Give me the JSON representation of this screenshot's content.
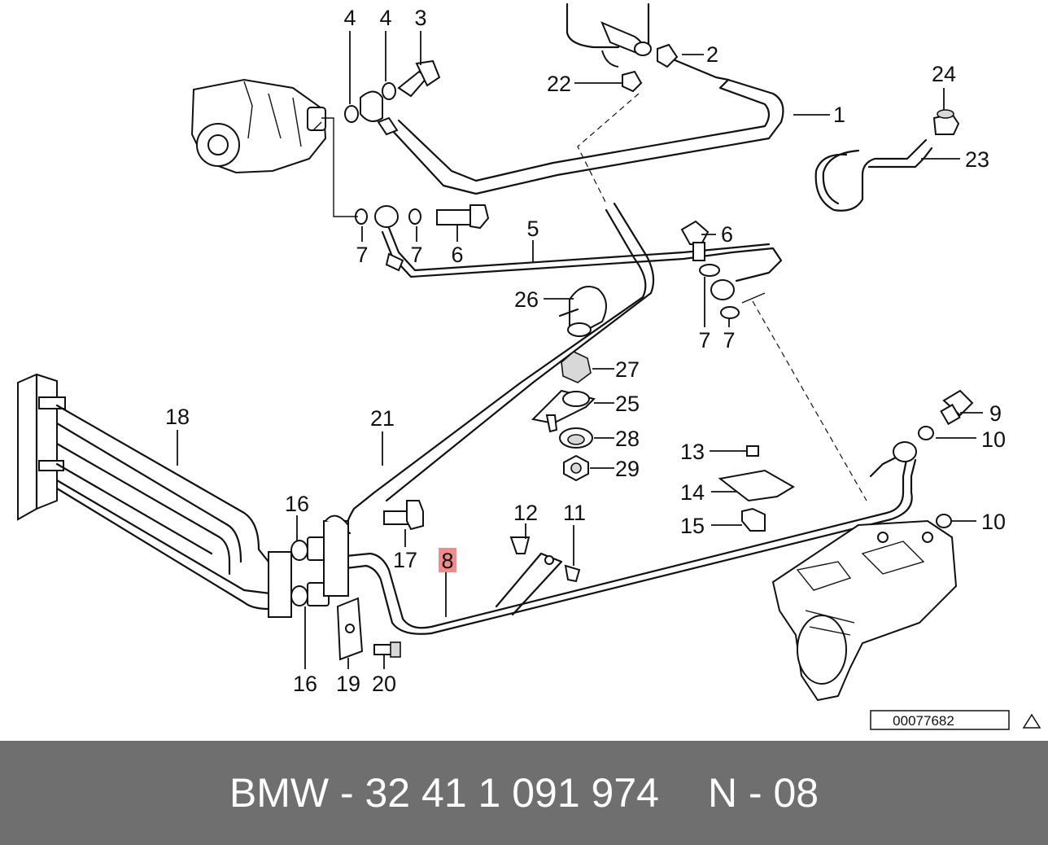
{
  "diagram": {
    "highlight_color": "#f08c8c",
    "ref_number": "00077682",
    "part_labels": {
      "l1": "1",
      "l2": "2",
      "l3": "3",
      "l4a": "4",
      "l4b": "4",
      "l5": "5",
      "l6a": "6",
      "l6b": "6",
      "l7a": "7",
      "l7b": "7",
      "l7c": "7",
      "l7d": "7",
      "l8": "8",
      "l9": "9",
      "l10a": "10",
      "l10b": "10",
      "l11": "11",
      "l12": "12",
      "l13": "13",
      "l14": "14",
      "l15": "15",
      "l16a": "16",
      "l16b": "16",
      "l17": "17",
      "l18": "18",
      "l19": "19",
      "l20": "20",
      "l21": "21",
      "l22": "22",
      "l23": "23",
      "l24": "24",
      "l25": "25",
      "l26": "26",
      "l27": "27",
      "l28": "28",
      "l29": "29"
    }
  },
  "footer": {
    "part_number": "BMW - 32 41 1 091 974",
    "position": "N - 08"
  }
}
